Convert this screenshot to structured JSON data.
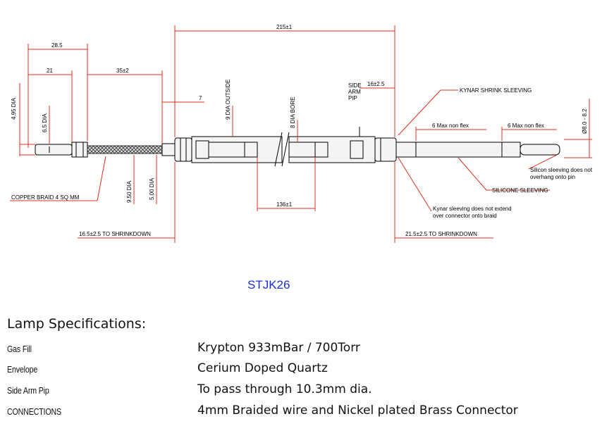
{
  "drawing": {
    "dims": {
      "overall_length": "215±1",
      "d28_5": "28.5",
      "d21": "21",
      "d35": "35±2",
      "d7": "7",
      "d16": "16±2.5",
      "d136": "136±1",
      "dia_4_95": "4.95 DIA",
      "dia_6_5": "6.5 DIA",
      "dia_9_outside": "9 DIA OUTSIDE",
      "dia_8_bore": "8 DIA BORE",
      "dia_9_50": "9.50 DIA",
      "dia_5_00": "5.00 DIA",
      "dia_8_range": "Ø8.0 - 8.2",
      "left_shrink": "16.5±2.5 TO SHRINKDOWN",
      "right_shrink": "21.5±2.5 TO SHRINKDOWN",
      "max_flex_1": "6 Max non flex",
      "max_flex_2": "6 Max non flex"
    },
    "labels": {
      "side_arm_1": "SIDE",
      "side_arm_2": "ARM",
      "side_arm_3": "PIP",
      "kynar_shrink": "KYNAR SHRINK SLEEVING",
      "copper_braid": "COPPER BRAID 4 SQ MM",
      "silicon_note_1": "Silicon sleeving does not",
      "silicon_note_2": "overhang onto pin",
      "silicone_sleeving": "SILICONE SLEEVING",
      "kynar_note_1": "Kynar sleeving does not extend",
      "kynar_note_2": "over connector onto braid"
    }
  },
  "model_code": "STJK26",
  "specs": {
    "title": "Lamp Specifications:",
    "rows": [
      {
        "label": "Gas Fill",
        "value": "Krypton 933mBar / 700Torr"
      },
      {
        "label": "Envelope",
        "value": "Cerium Doped Quartz"
      },
      {
        "label": "Side Arm Pip",
        "value": "To pass through 10.3mm dia."
      },
      {
        "label": "CONNECTIONS",
        "value": "4mm Braided wire and Nickel plated Brass Connector"
      }
    ]
  },
  "colors": {
    "dimension_lines": "#e0301e",
    "model_code": "#1a2fd0"
  }
}
